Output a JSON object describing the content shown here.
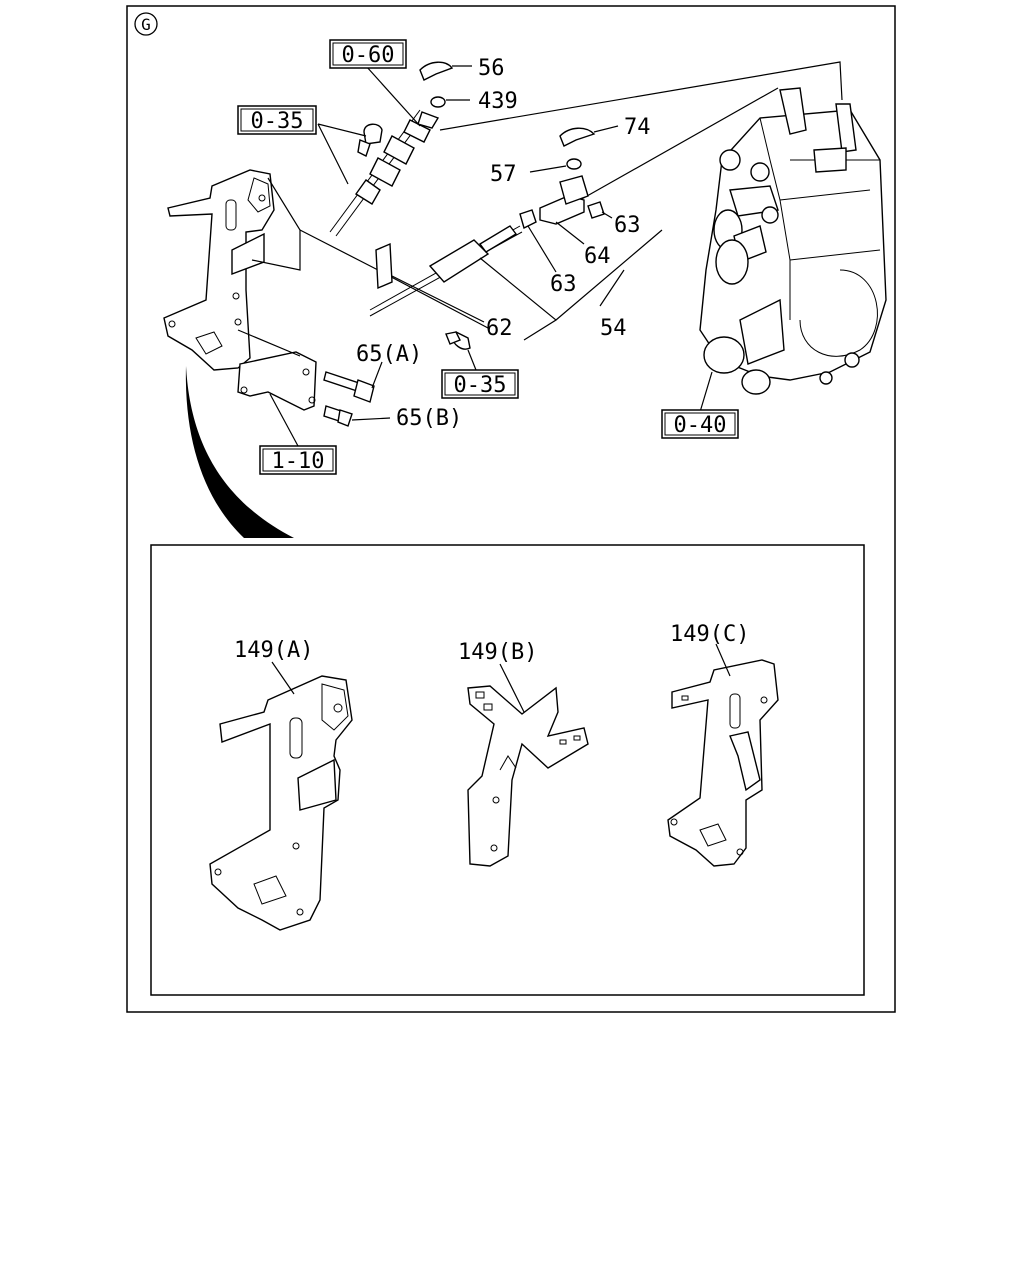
{
  "figure": {
    "section_mark": "G",
    "labels": {
      "l56": "56",
      "l439": "439",
      "l74": "74",
      "l57": "57",
      "l63a": "63",
      "l64": "64",
      "l63b": "63",
      "l62": "62",
      "l54": "54",
      "l65a": "65(A)",
      "l65b": "65(B)",
      "l149a": "149(A)",
      "l149b": "149(B)",
      "l149c": "149(C)"
    },
    "refs": {
      "r060": "0-60",
      "r035a": "0-35",
      "r035b": "0-35",
      "r040": "0-40",
      "r110": "1-10"
    }
  }
}
